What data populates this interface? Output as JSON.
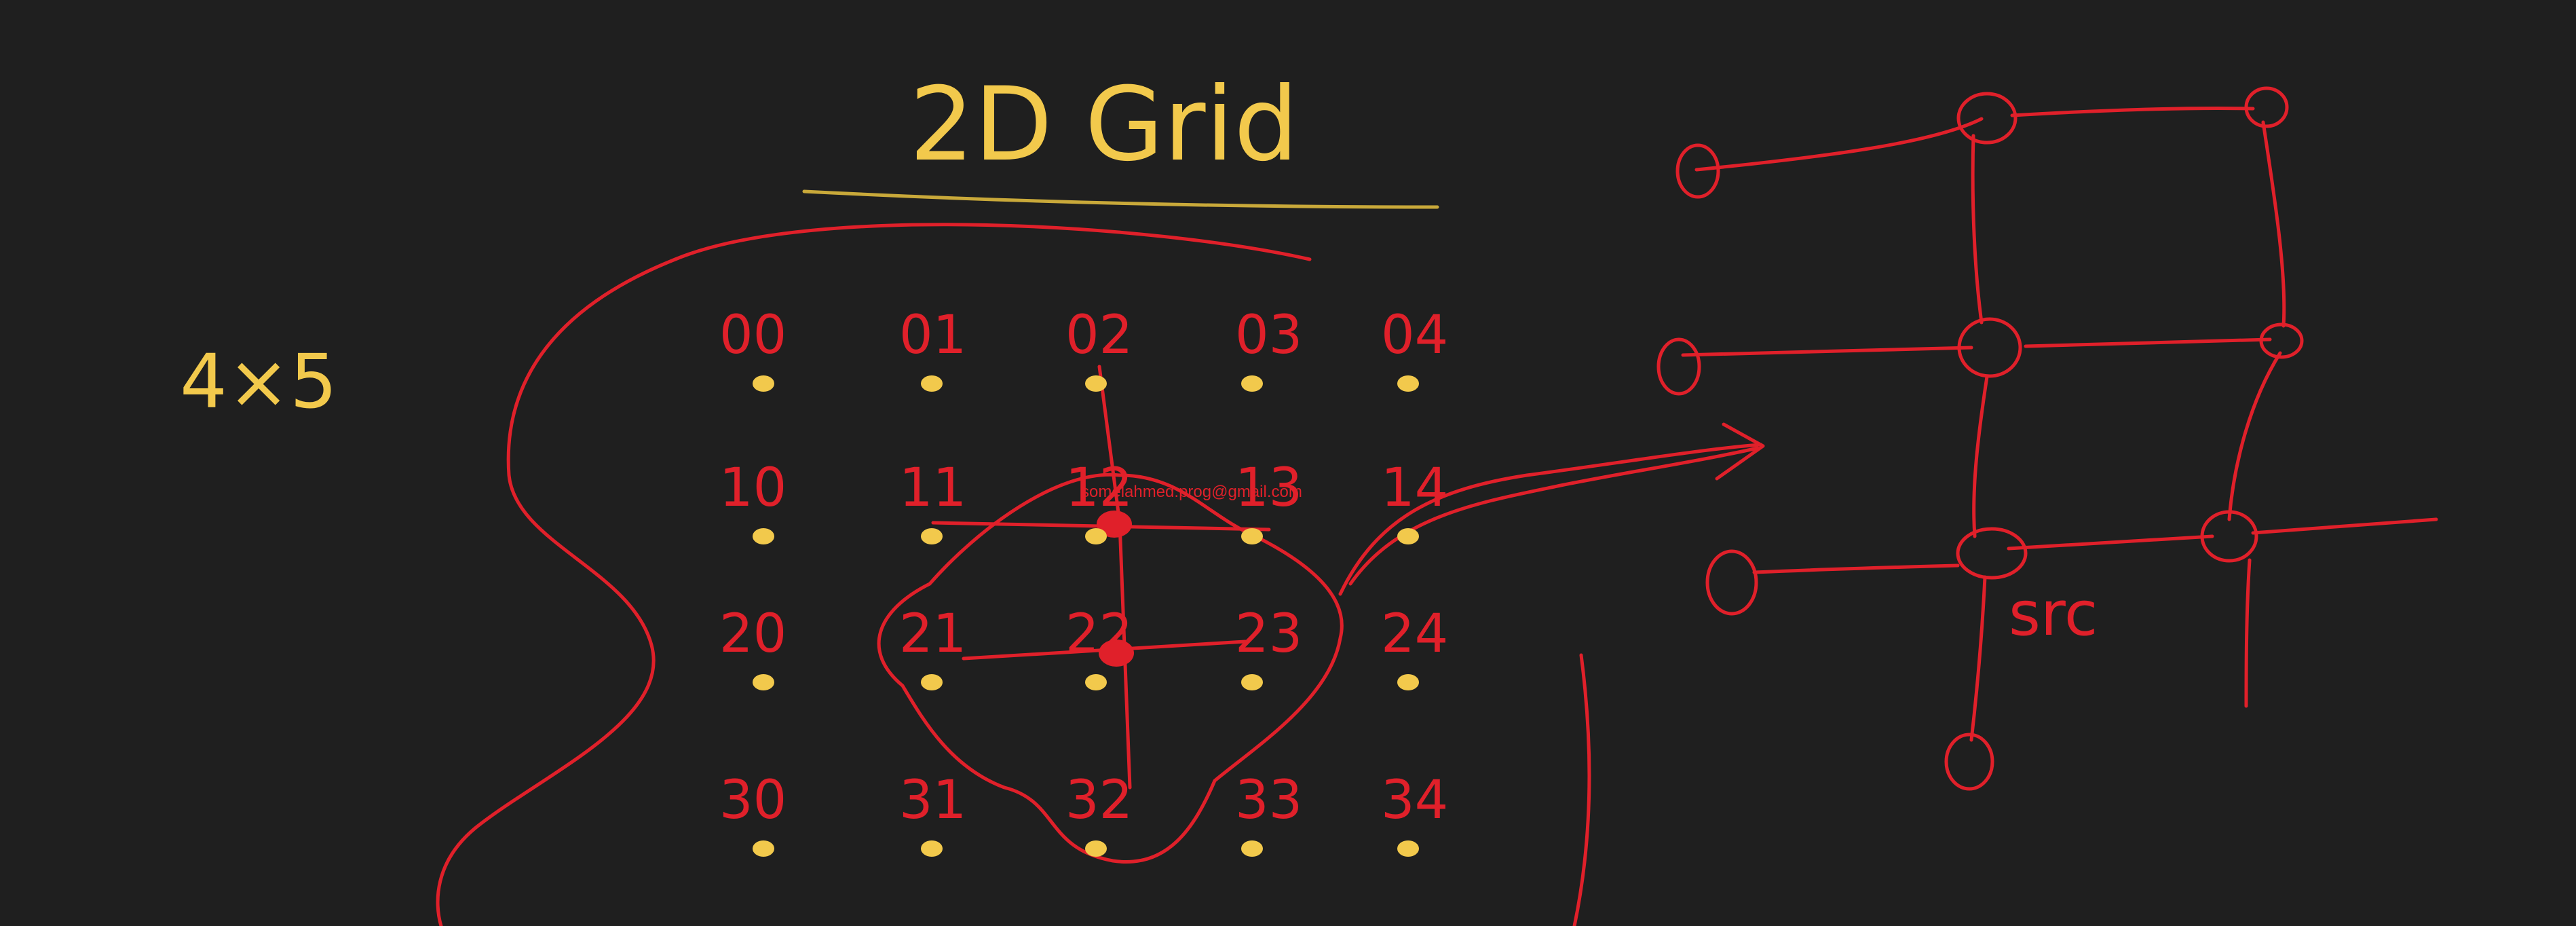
{
  "colors": {
    "background": "#1f1f1f",
    "yellow_ink": "#f2c94c",
    "red_ink": "#e0202a"
  },
  "title": "2D Grid",
  "dimension_label": "4×5",
  "watermark": "somelahmed.prog@gmail.com",
  "grid": {
    "rows": 4,
    "cols": 5,
    "cells": [
      [
        "00",
        "01",
        "02",
        "03",
        "04"
      ],
      [
        "10",
        "11",
        "12",
        "13",
        "14"
      ],
      [
        "20",
        "21",
        "22",
        "23",
        "24"
      ],
      [
        "30",
        "31",
        "32",
        "33",
        "34"
      ]
    ]
  },
  "graph_label": "src"
}
